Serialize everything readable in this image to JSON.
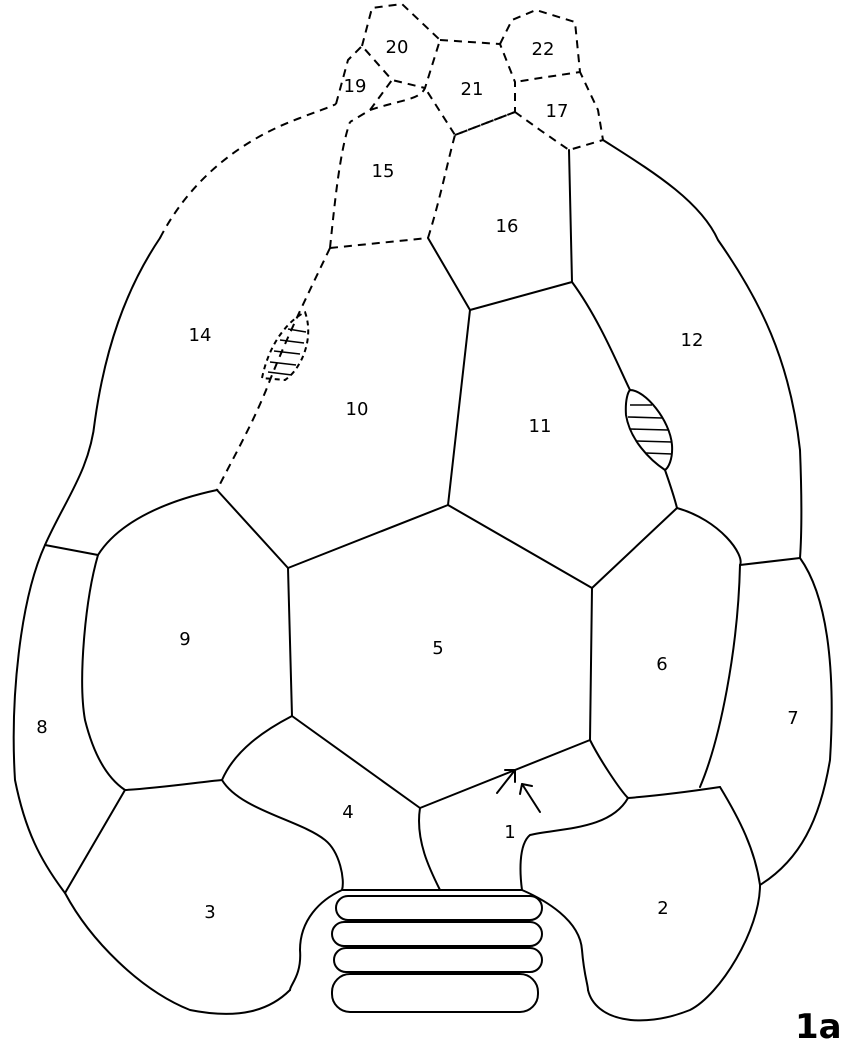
{
  "figure": {
    "label": "1a"
  },
  "plates": [
    {
      "id": "p1",
      "number": "1"
    },
    {
      "id": "p2",
      "number": "2"
    },
    {
      "id": "p3",
      "number": "3"
    },
    {
      "id": "p4",
      "number": "4"
    },
    {
      "id": "p5",
      "number": "5"
    },
    {
      "id": "p6",
      "number": "6"
    },
    {
      "id": "p7",
      "number": "7"
    },
    {
      "id": "p8",
      "number": "8"
    },
    {
      "id": "p9",
      "number": "9"
    },
    {
      "id": "p10",
      "number": "10"
    },
    {
      "id": "p11",
      "number": "11"
    },
    {
      "id": "p12",
      "number": "12"
    },
    {
      "id": "p14",
      "number": "14"
    },
    {
      "id": "p15",
      "number": "15"
    },
    {
      "id": "p16",
      "number": "16"
    },
    {
      "id": "p17",
      "number": "17"
    },
    {
      "id": "p19",
      "number": "19"
    },
    {
      "id": "p20",
      "number": "20"
    },
    {
      "id": "p21",
      "number": "21"
    },
    {
      "id": "p22",
      "number": "22"
    }
  ],
  "colors": {
    "line": "#000000",
    "background": "#ffffff"
  }
}
